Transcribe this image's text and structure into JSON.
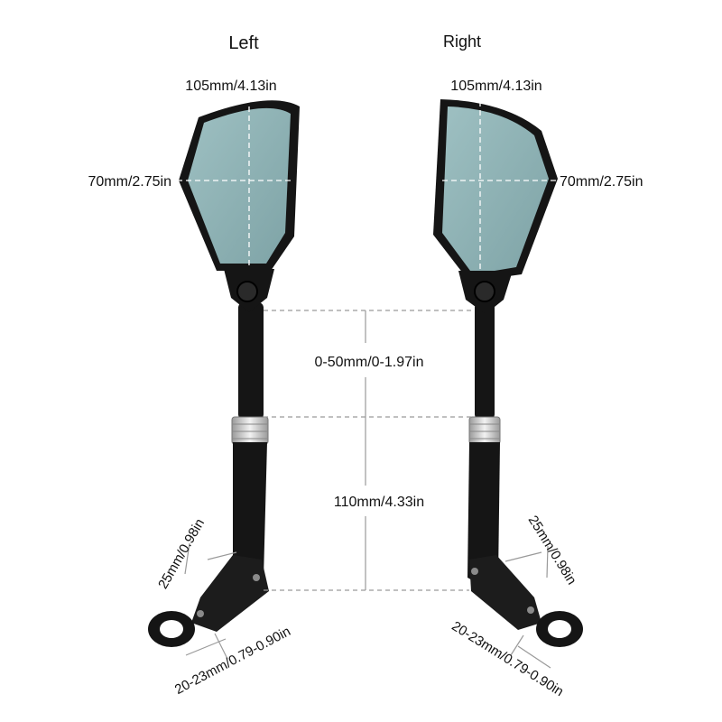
{
  "labels": {
    "left_title": "Left",
    "right_title": "Right",
    "left_width": "105mm/4.13in",
    "right_width": "105mm/4.13in",
    "left_height": "70mm/2.75in",
    "right_height": "70mm/2.75in",
    "extension": "0-50mm/0-1.97in",
    "arm_length": "110mm/4.33in",
    "left_clamp_width": "25mm/0.98in",
    "right_clamp_width": "25mm/0.98in",
    "left_bar_diameter": "20-23mm/0.79-0.90in",
    "right_bar_diameter": "20-23mm/0.79-0.90in"
  },
  "colors": {
    "glass": "#8fb3b5",
    "frame": "#151515",
    "chrome": "#d8d8d8",
    "dim_line": "#9a9a9a",
    "text": "#111111"
  },
  "icons": [
    "left-mirror-icon",
    "right-mirror-icon"
  ]
}
